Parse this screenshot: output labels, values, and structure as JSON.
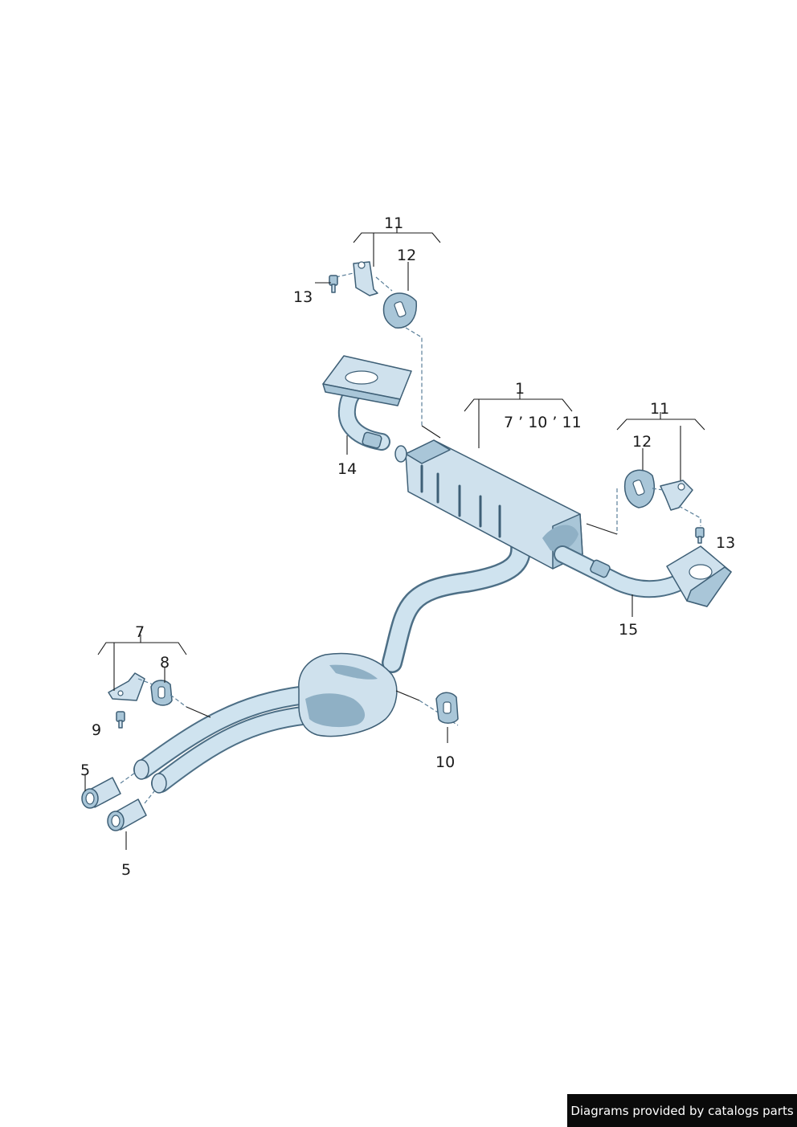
{
  "callouts": {
    "muffler_assembly": "1",
    "muffler_assembly_sub": "7 ’ 10 ’ 11",
    "clamp_left": "5",
    "clamp_right": "5",
    "bracket_front": "7",
    "rubber_mount_front": "8",
    "bolt_front": "9",
    "rubber_mount_center": "10",
    "bracket_rear_left": "11",
    "bracket_rear_right": "11",
    "rubber_mount_rear_left": "12",
    "rubber_mount_rear_right": "12",
    "bolt_rear_left": "13",
    "bolt_rear_right": "13",
    "tailpipe_left": "14",
    "tailpipe_right": "15"
  },
  "footer": {
    "credit": "Diagrams provided by catalogs parts"
  },
  "colors": {
    "part_fill": "#cfe1ed",
    "part_outline": "#3e5f76",
    "credit_background": "#0a0a0a"
  }
}
